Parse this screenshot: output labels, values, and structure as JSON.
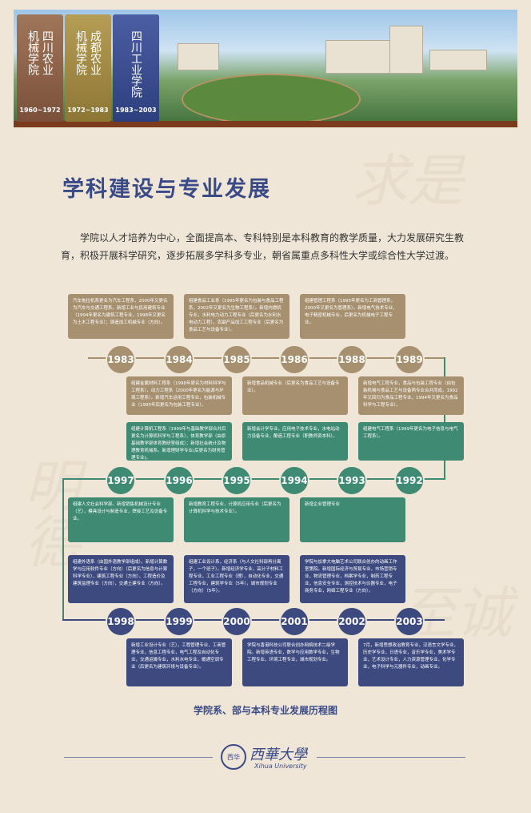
{
  "banner": {
    "books": [
      {
        "title_cols": [
          "四川农业",
          "机械学院"
        ],
        "years": "1960~1972"
      },
      {
        "title_cols": [
          "成都农业",
          "机械学院"
        ],
        "years": "1972~1983"
      },
      {
        "title_cols": [
          "四川工业学院"
        ],
        "years": "1983~2003"
      }
    ]
  },
  "heading": "学科建设与专业发展",
  "intro": "学院以人才培养为中心，全面提高本、专科特别是本科教育的教学质量，大力发展研究生教育，积极开展科学研究，逐步拓展多学科多专业，朝省属重点多科性大学或综合性大学过渡。",
  "background_text": {
    "top": "求是",
    "left": "明德",
    "bottom": "至诚"
  },
  "timeline": {
    "row1": {
      "years": [
        "1983",
        "1984",
        "1985",
        "1986",
        "1988",
        "1989"
      ],
      "top_boxes": [
        "汽车拖拉机系更名为汽车工程系，2000年又更名为汽车与交通工程系。新增工业与民用建筑专业（1994年更名为建筑工程专业，1998年又更名为土木工程专业）；铸造加工机械专业（方向）。",
        "组建食品工业系（1995年更名为包装与食品工程系，2002年又更名为生物工程系）。新增内燃机专业，水利电力动力工程专业（后更名为水利水电动力工程），农副产品加工工程专业（后更名为食品工艺与设备专业）。",
        "组建管理工程系（1995年更名为工商管理系，2000年又更名为管理系）。新增电气技术专业，电子精密机械专业，后更名为机械电子工程专业。"
      ],
      "bottom_boxes": [
        "组建金属材料工程系（1998年更名为材料科学与工程系），动力工程系（2000年更名为能源与环境工程系）。新增汽车运用工程专业，包装机械专业（1995年后更名为包装工程专业）。",
        "新增食品机械专业（后更名为食品工艺与设备专业）。",
        "新增电气工程专业，食品与包装工程专业（由包装机械与食品工艺与设备两专业合并而成，1992年又回归为食品工程专业，1994年又更名为食品科学与工程专业）。"
      ]
    },
    "row2": {
      "years": [
        "1997",
        "1996",
        "1995",
        "1994",
        "1993",
        "1992"
      ],
      "top_boxes": [
        "组建计算机工程系（1999年与基础教学部合并后更名为计算机科学与工程系），体育教学部（由原基础教学部体育教研室组成）；新增社会统计及物理教育机械系。新增理财学专业(后更名为财务管理专业)。",
        "新增会计学专业，应用电子技术专业，水电站动力设备专业，酿造工程专业（职教师资本科）。",
        "组建电气工程系（1999年更名为电子信息与电气工程系）。"
      ],
      "bottom_boxes": [
        "组建人文社会科学部。新增销售机械设计专业（艺），模具设计与制造专业，焊接工艺及设备专业。",
        "新增教育工程专业，计算机应用专业（后更名为计算机科学与技术专业）。",
        "新增企业管理专业"
      ]
    },
    "row3": {
      "years": [
        "1998",
        "1999",
        "2000",
        "2001",
        "2002",
        "2003"
      ],
      "top_boxes": [
        "组建外语系（由国外语教学部组成）。新增计算数学与应用软件专业（方向）（后更名为信息与计算科学专业），建筑工程专业（方向），工程造价及建筑监理专业（方向），交通土建专业（方向）。",
        "组建工业设计系，经济系（与人文社科部再分离子，一个班子）。新增经济学专业，高分子材料工程专业，工业工程专业（理），自动化专业，交通工程专业，建筑学专业（5年），城市规划专业（方向）（5年）。",
        "学院与加拿大电脑艺术公司联合创办的动画工作室第院。新增国际经济与贸易专业，市场营销专业，物流管理专业，档案学专业，制药工程专业，信息安全专业，测控技术与仪器专业，电子商务专业，网络工程专业（方向）。"
      ],
      "bottom_boxes": [
        "新增工业设计专业（艺），工程管理专业，工商管理专业，信息工程专业，电气工程及自动化专业，交通运输专业，水利水电专业，暖通空调专业（后更名为建筑环境与设备专业）。",
        "学院与香港科技公司联合创办网络技术二级学院。新增英语专业，数学与应用数学专业，生物工程专业，环境工程专业，城市规划专业。",
        "7月，新增思想政治教育专业，汉语言文学专业，历史学专业，日语专业，音乐学专业，美术学专业，艺术设计专业，人力资源管理专业，化学专业，电子科学与元器件专业，动画专业。"
      ]
    }
  },
  "caption": "学院系、部与本科专业发展历程图",
  "footer": {
    "seal": "西华",
    "university_cn": "西華大學",
    "university_en": "Xihua University"
  }
}
